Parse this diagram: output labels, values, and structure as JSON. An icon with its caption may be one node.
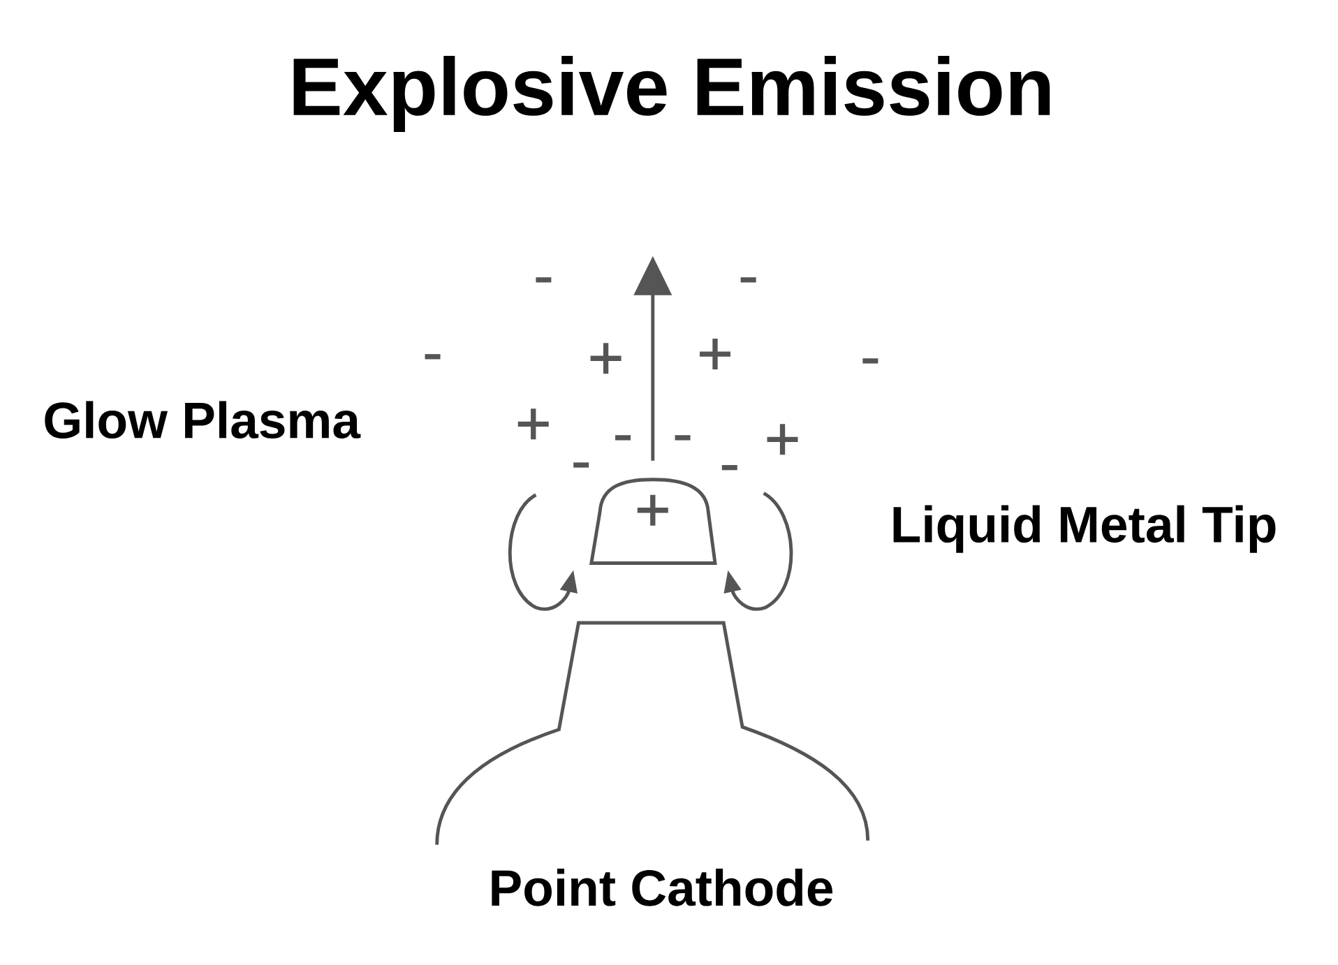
{
  "diagram": {
    "title": "Explosive Emission",
    "labels": [
      "Glow Plasma",
      "Liquid Metal Tip",
      "Point Cathode"
    ]
  }
}
